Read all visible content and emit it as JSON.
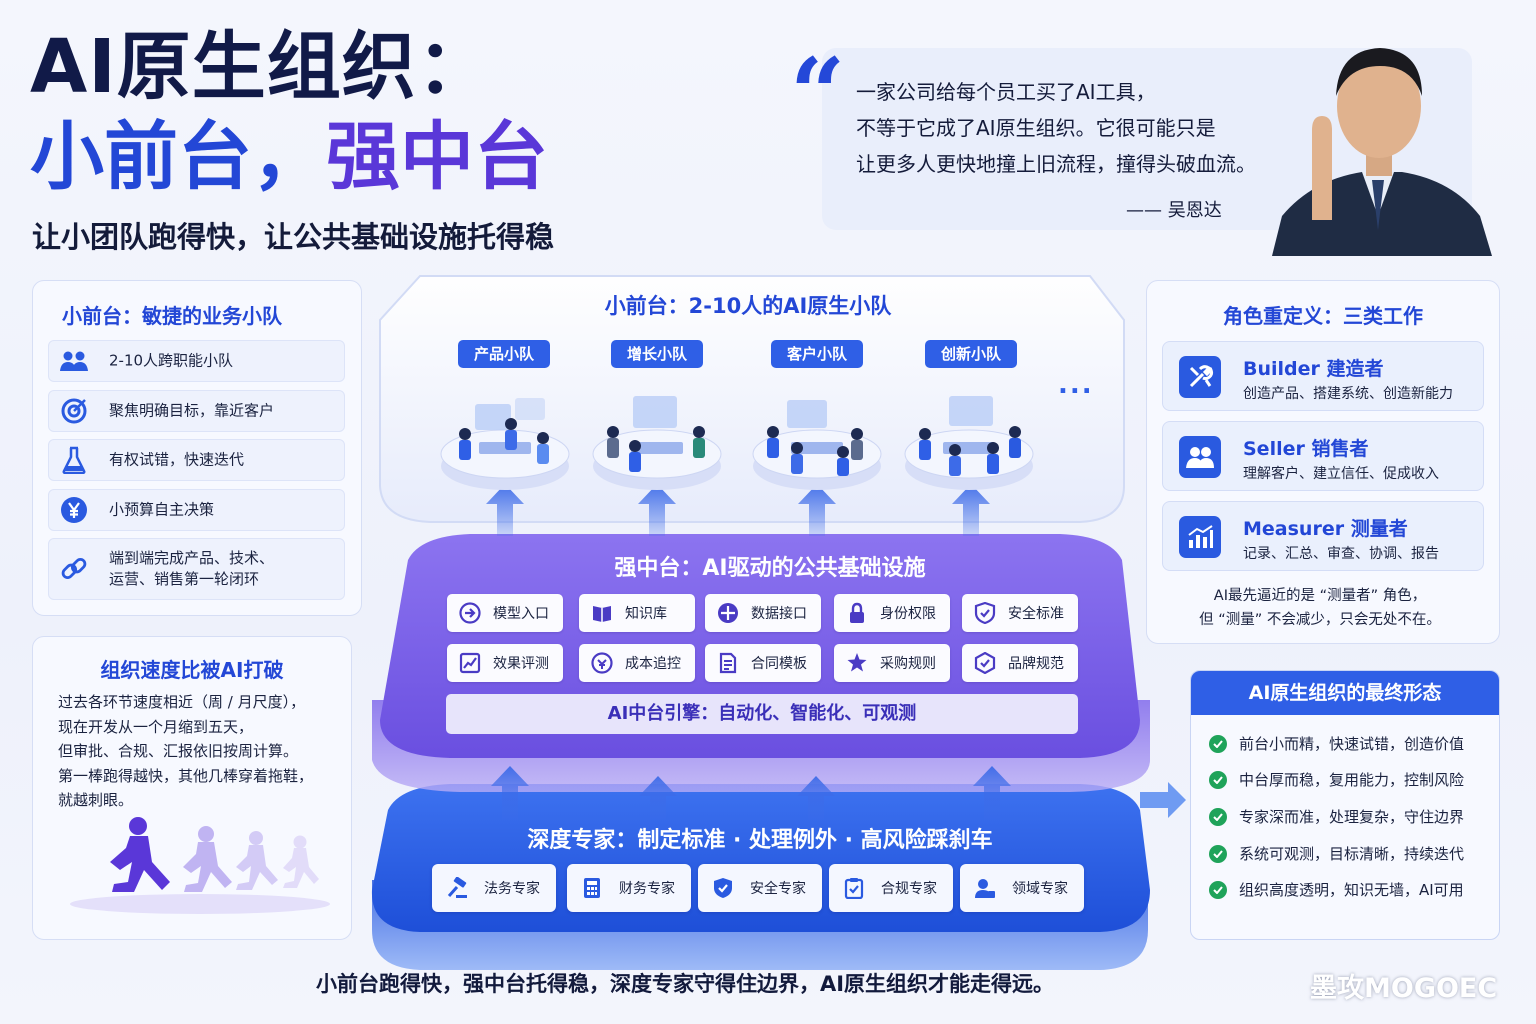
{
  "header": {
    "title_line1": "AI原生组织：",
    "title_line2a": "小前台，",
    "title_line2b": "强中台",
    "subtitle": "让小团队跑得快，让公共基础设施托得稳"
  },
  "quote": {
    "lines": [
      "一家公司给每个员工买了AI工具，",
      "不等于它成了AI原生组织。它很可能只是",
      "让更多人更快地撞上旧流程，撞得头破血流。"
    ],
    "author": "—— 吴恩达"
  },
  "left_panel": {
    "title": "小前台：敏捷的业务小队",
    "items": [
      {
        "icon": "team-icon",
        "text": "2-10人跨职能小队"
      },
      {
        "icon": "target-icon",
        "text": "聚焦明确目标，靠近客户"
      },
      {
        "icon": "flask-icon",
        "text": "有权试错，快速迭代"
      },
      {
        "icon": "yen-icon",
        "text": "小预算自主决策"
      },
      {
        "icon": "link-icon",
        "text": "端到端完成产品、技术、运营、销售第一轮闭环",
        "line1": "端到端完成产品、技术、",
        "line2": "运营、销售第一轮闭环"
      }
    ]
  },
  "speed_panel": {
    "title": "组织速度比被AI打破",
    "lines": [
      "过去各环节速度相近（周 / 月尺度），",
      "现在开发从一个月缩到五天，",
      "但审批、合规、汇报依旧按周计算。",
      "第一棒跑得越快，其他几棒穿着拖鞋，",
      "就越刺眼。"
    ]
  },
  "front": {
    "title": "小前台：2-10人的AI原生小队",
    "teams": [
      "产品小队",
      "增长小队",
      "客户小队",
      "创新小队"
    ],
    "more": "..."
  },
  "middle": {
    "title": "强中台：AI驱动的公共基础设施",
    "chips": [
      {
        "icon": "model-entry-icon",
        "label": "模型入口"
      },
      {
        "icon": "knowledge-base-icon",
        "label": "知识库"
      },
      {
        "icon": "data-api-icon",
        "label": "数据接口"
      },
      {
        "icon": "identity-permission-icon",
        "label": "身份权限"
      },
      {
        "icon": "security-standard-icon",
        "label": "安全标准"
      },
      {
        "icon": "evaluation-icon",
        "label": "效果评测"
      },
      {
        "icon": "cost-monitor-icon",
        "label": "成本追控"
      },
      {
        "icon": "contract-template-icon",
        "label": "合同模板"
      },
      {
        "icon": "procurement-rule-icon",
        "label": "采购规则"
      },
      {
        "icon": "brand-spec-icon",
        "label": "品牌规范"
      }
    ],
    "engine": "AI中台引擎：自动化、智能化、可观测"
  },
  "experts": {
    "title": "深度专家：制定标准 · 处理例外 · 高风险踩刹车",
    "chips": [
      {
        "icon": "gavel-icon",
        "label": "法务专家"
      },
      {
        "icon": "calculator-icon",
        "label": "财务专家"
      },
      {
        "icon": "shield-icon",
        "label": "安全专家"
      },
      {
        "icon": "checklist-icon",
        "label": "合规专家"
      },
      {
        "icon": "domain-expert-icon",
        "label": "领域专家"
      }
    ]
  },
  "roles": {
    "title": "角色重定义：三类工作",
    "items": [
      {
        "icon": "tools-icon",
        "name": "Builder  建造者",
        "desc": "创造产品、搭建系统、创造新能力"
      },
      {
        "icon": "people-icon",
        "name": "Seller  销售者",
        "desc": "理解客户、建立信任、促成收入"
      },
      {
        "icon": "bar-chart-icon",
        "name": "Measurer  测量者",
        "desc": "记录、汇总、审查、协调、报告"
      }
    ],
    "note_line1": "AI最先逼近的是 “测量者” 角色，",
    "note_line2": "但 “测量” 不会减少，只会无处不在。"
  },
  "final": {
    "title": "AI原生组织的最终形态",
    "items": [
      "前台小而精，快速试错，创造价值",
      "中台厚而稳，复用能力，控制风险",
      "专家深而准，处理复杂，守住边界",
      "系统可观测，目标清晰，持续迭代",
      "组织高度透明，知识无墙，AI可用"
    ]
  },
  "footer": {
    "tagline": "小前台跑得快，强中台托得稳，深度专家守得住边界，AI原生组织才能走得远。",
    "watermark": "墨攻MOGOEC"
  },
  "colors": {
    "blue": "#2347d6",
    "purple": "#6a4fe0",
    "expert_blue": "#2a5ae0",
    "check_green": "#1fa35a"
  }
}
